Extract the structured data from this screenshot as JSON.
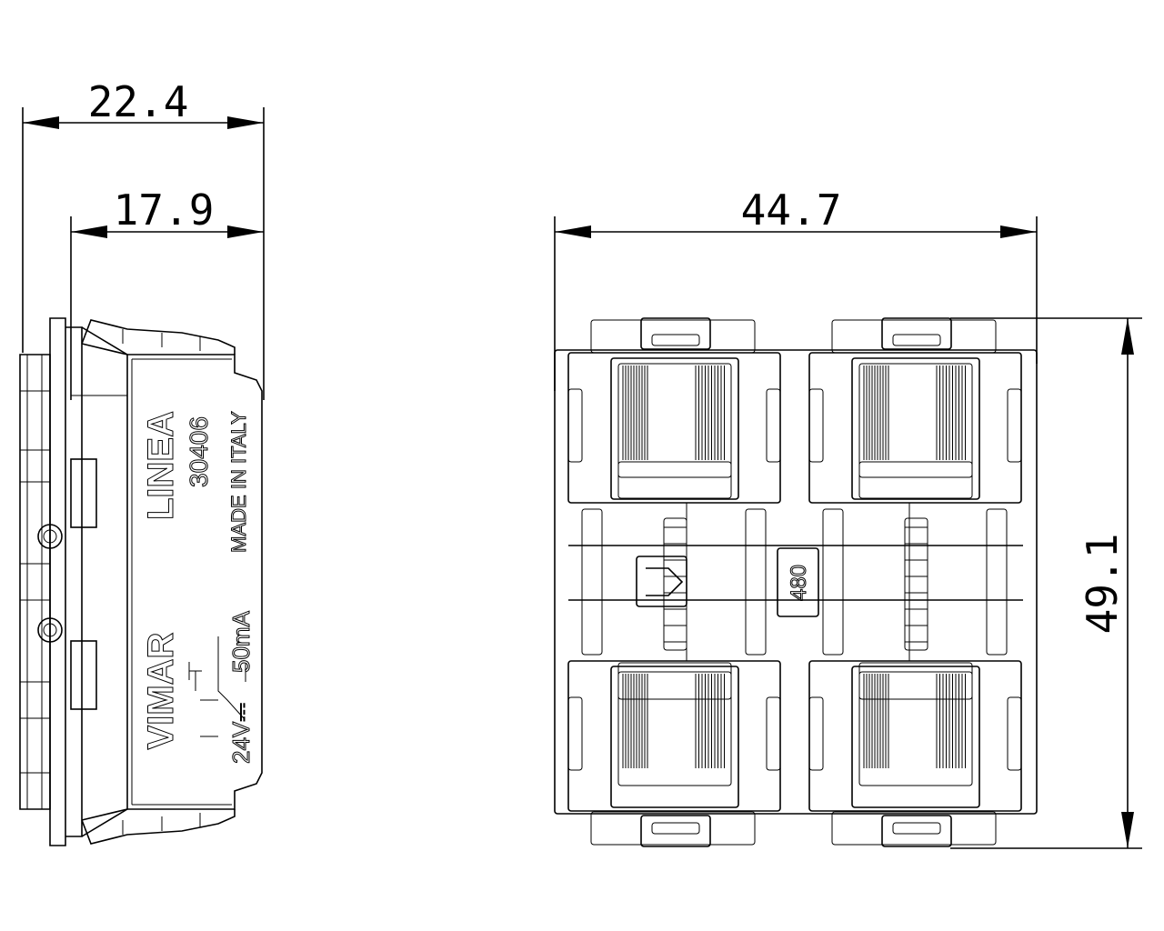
{
  "dimensions": {
    "side_total_depth": "22.4",
    "side_body_depth": "17.9",
    "front_width": "44.7",
    "front_height": "49.1"
  },
  "side_view_marking": {
    "brand": "VIMAR",
    "series": "LINEA",
    "code": "30406",
    "origin": "MADE IN ITALY",
    "rating_voltage": "24V⎓",
    "rating_current": "50mA"
  },
  "front_view_marking": {
    "code": "480"
  },
  "colors": {
    "line": "#000000",
    "background": "#ffffff"
  }
}
